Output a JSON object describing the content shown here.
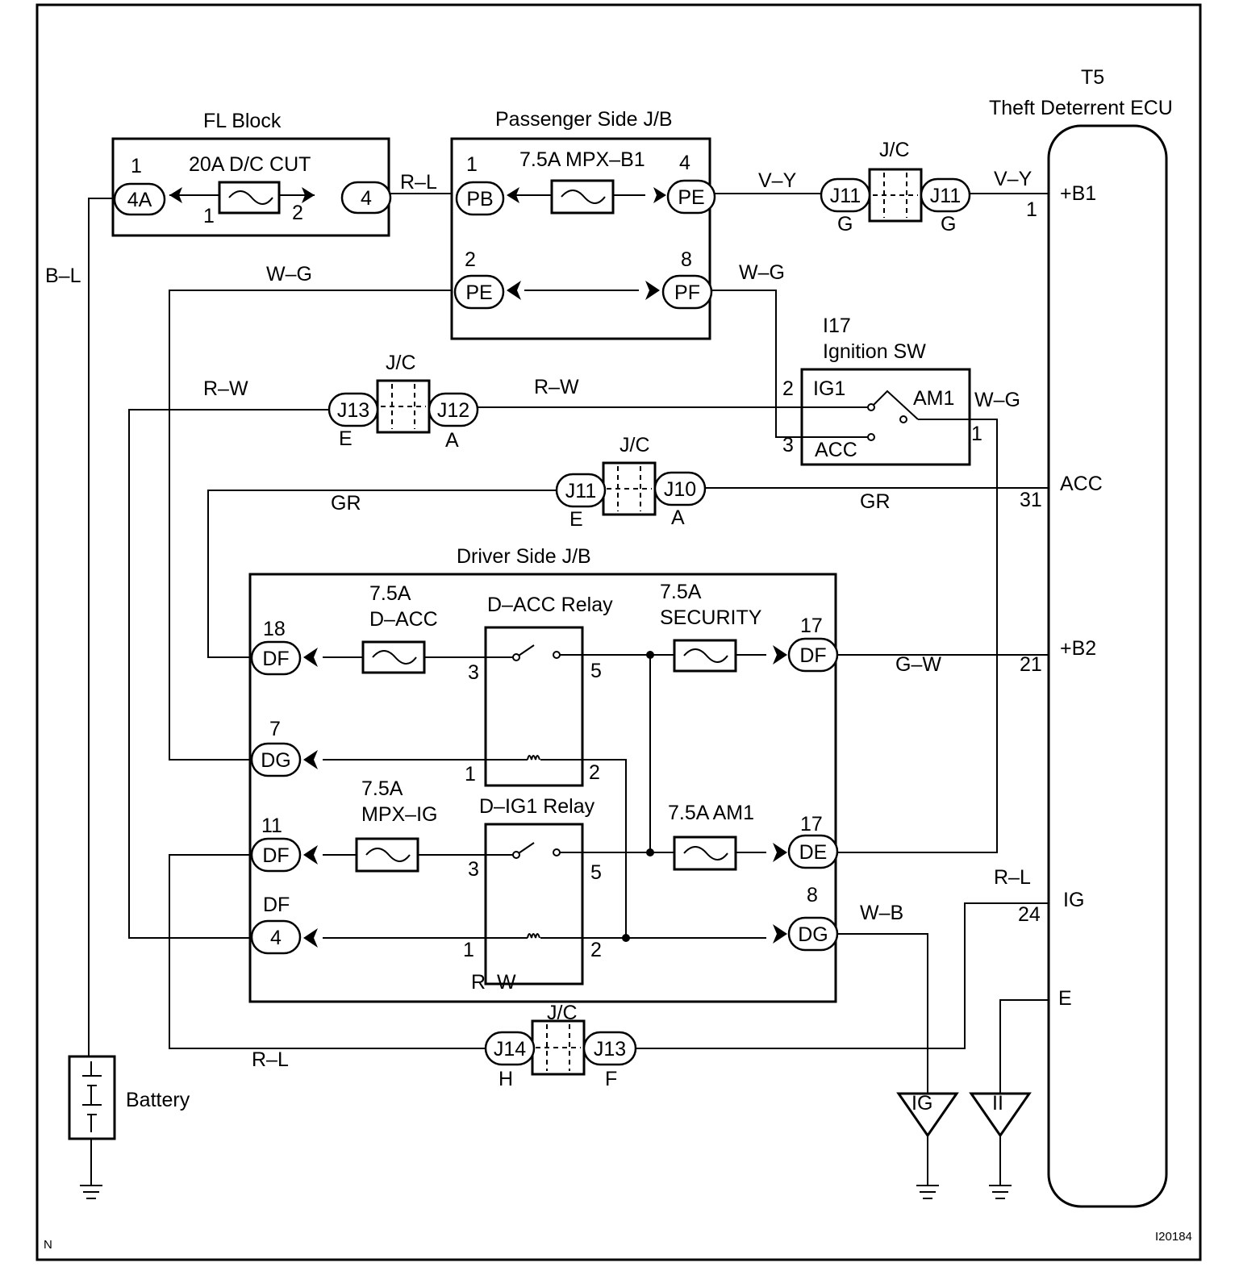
{
  "labels": {
    "fl_block": "FL Block",
    "pass_jb": "Passenger Side J/B",
    "driver_jb": "Driver Side J/B",
    "ecu_code": "T5",
    "ecu_name": "Theft Deterrent ECU",
    "ign_code": "I17",
    "ign_name": "Ignition SW",
    "jc": "J/C",
    "battery": "Battery",
    "ig1": "IG1",
    "acc": "ACC",
    "am1": "AM1",
    "d_acc_relay": "D–ACC Relay",
    "d_ig1_relay": "D–IG1 Relay",
    "fuse_20a": "20A D/C CUT",
    "fuse_mpxb1": "7.5A MPX–B1",
    "fuse_dacc_a": "7.5A",
    "fuse_dacc_b": "D–ACC",
    "fuse_sec_a": "7.5A",
    "fuse_sec_b": "SECURITY",
    "fuse_mpxig_a": "7.5A",
    "fuse_mpxig_b": "MPX–IG",
    "fuse_am1": "7.5A AM1",
    "ground_ig": "IG",
    "ground_ii": "II",
    "corner_n": "N",
    "fig_code": "I20184"
  },
  "ecu_pins": {
    "b1": "+B1",
    "b1_num": "1",
    "acc": "ACC",
    "acc_num": "31",
    "b2": "+B2",
    "b2_num": "21",
    "ig": "IG",
    "ig_num": "24",
    "e": "E"
  },
  "wires": {
    "bl": "B–L",
    "rl": "R–L",
    "vy": "V–Y",
    "wg": "W–G",
    "rw": "R–W",
    "gr": "GR",
    "gw": "G–W",
    "wb": "W–B"
  },
  "connectors": {
    "c4a": "4A",
    "c4": "4",
    "pb": "PB",
    "pe": "PE",
    "pf": "PF",
    "j11": "J11",
    "j12": "J12",
    "j13": "J13",
    "j10": "J10",
    "j14": "J14",
    "df": "DF",
    "dg": "DG",
    "de": "DE"
  },
  "pins": {
    "n1": "1",
    "n2": "2",
    "n3": "3",
    "n4": "4",
    "n5": "5",
    "n7": "7",
    "n8": "8",
    "n11": "11",
    "n17": "17",
    "n18": "18",
    "g": "G",
    "e": "E",
    "a": "A",
    "h": "H",
    "f": "F",
    "df": "DF"
  }
}
